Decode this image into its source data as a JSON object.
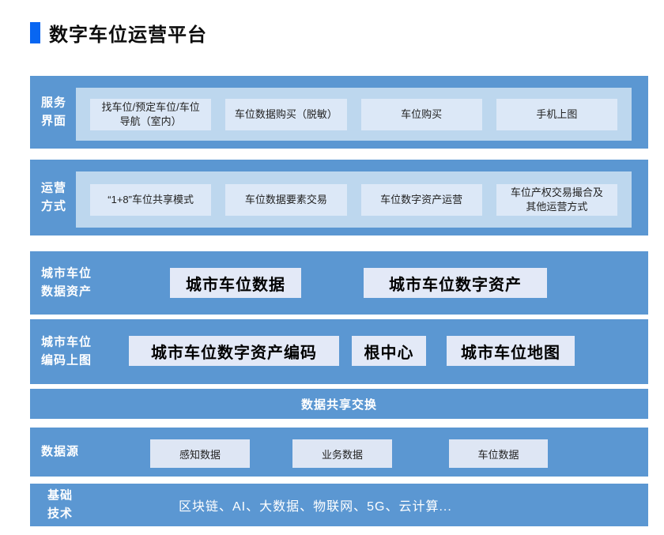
{
  "title": "数字车位运营平台",
  "colors": {
    "accent_bar": "#0866F2",
    "band_blue": "#5B97D2",
    "panel_blue": "#BDD7EE",
    "box_light": "#DCE8F7",
    "box_emphasis": "#E3E9F7",
    "box_source": "#DEE6F4"
  },
  "bands": [
    {
      "label": "服务\n界面",
      "items": [
        "找车位/预定车位/车位\n导航（室内）",
        "车位数据购买（脱敏）",
        "车位购买",
        "手机上图"
      ]
    },
    {
      "label": "运营\n方式",
      "items": [
        "“1+8”车位共享模式",
        "车位数据要素交易",
        "车位数字资产运营",
        "车位产权交易撮合及\n其他运营方式"
      ]
    },
    {
      "label": "城市车位\n数据资产",
      "items": [
        "城市车位数据",
        "城市车位数字资产"
      ]
    },
    {
      "label": "城市车位\n编码上图",
      "items": [
        "城市车位数字资产编码",
        "根中心",
        "城市车位地图"
      ]
    },
    {
      "label": "",
      "text": "数据共享交换"
    },
    {
      "label": "数据源",
      "items": [
        "感知数据",
        "业务数据",
        "车位数据"
      ]
    },
    {
      "label": "基础\n技术",
      "text": "区块链、AI、大数据、物联网、5G、云计算..."
    }
  ]
}
